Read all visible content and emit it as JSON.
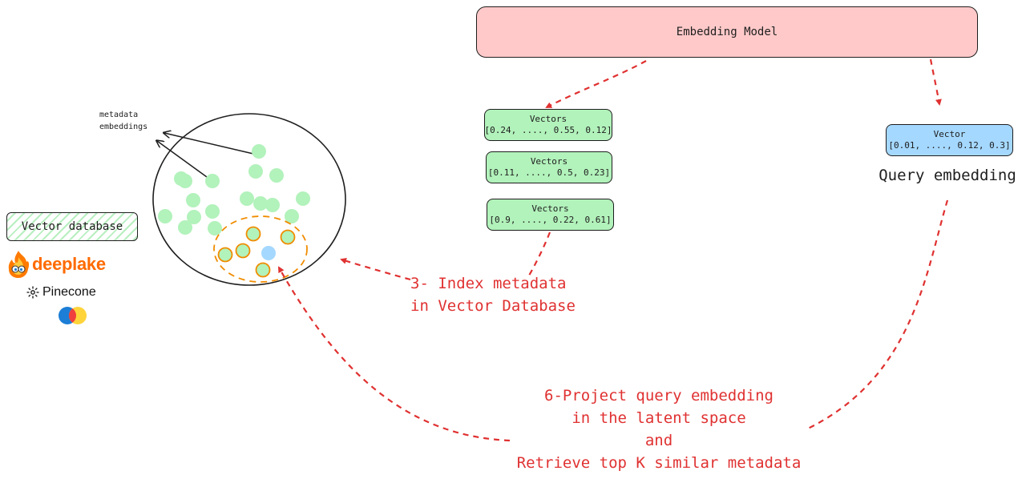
{
  "embedding_model": {
    "label": "Embedding Model"
  },
  "vector_boxes": [
    {
      "title": "Vectors",
      "values": "[0.24, ...., 0.55, 0.12]"
    },
    {
      "title": "Vectors",
      "values": "[0.11, ...., 0.5, 0.23]"
    },
    {
      "title": "Vectors",
      "values": "[0.9, ...., 0.22, 0.61]"
    }
  ],
  "query_vector": {
    "title": "Vector",
    "values": "[0.01, ...., 0.12, 0.3]"
  },
  "query_label": "Query embedding",
  "metadata_label": {
    "line1": "metadata",
    "line2": "embeddings"
  },
  "vector_database_label": "Vector database",
  "logos": {
    "deeplake": "deeplake",
    "pinecone": "Pinecone",
    "third": "blue-red-yellow-circles-logo"
  },
  "annotations": {
    "index": {
      "line1": "3- Index metadata",
      "line2": "in Vector Database"
    },
    "project": {
      "line1": "6-Project query embedding",
      "line2": "in the latent space",
      "line3": "and",
      "line4": "Retrieve top K similar metadata"
    }
  },
  "colors": {
    "model_fill": "#ffc9c9",
    "vector_fill": "#b2f2bb",
    "query_fill": "#a5d8ff",
    "dot_fill": "#b2f2bb",
    "highlight_stroke": "#f08c00",
    "arrow_red": "#e03131",
    "deeplake_orange": "#ff6a00"
  }
}
